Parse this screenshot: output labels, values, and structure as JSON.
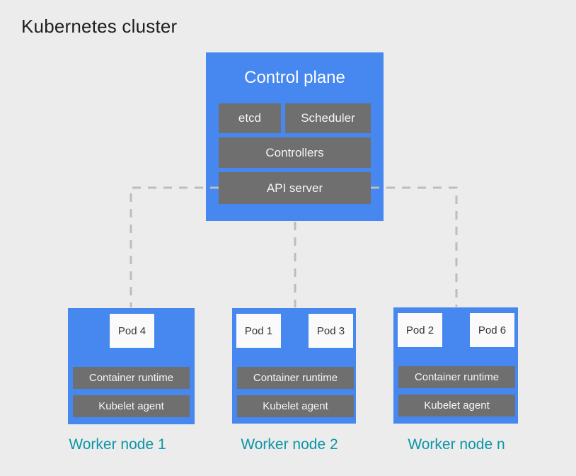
{
  "title": "Kubernetes cluster",
  "colors": {
    "background": "#ececec",
    "node_blue": "#4687f0",
    "component_gray": "#6f6f6f",
    "pod_background": "#fafafa",
    "connector_gray": "#bdbdbd",
    "worker_label_teal": "#0c96a6",
    "title_text": "#1e1e1e",
    "box_text_white": "#f5f5f5"
  },
  "control_plane": {
    "title": "Control plane",
    "components": [
      {
        "id": "etcd",
        "label": "etcd"
      },
      {
        "id": "scheduler",
        "label": "Scheduler"
      },
      {
        "id": "controllers",
        "label": "Controllers"
      },
      {
        "id": "api-server",
        "label": "API server"
      }
    ]
  },
  "worker_nodes": [
    {
      "label": "Worker node 1",
      "pods": [
        "Pod 4"
      ],
      "components": [
        "Container runtime",
        "Kubelet agent"
      ]
    },
    {
      "label": "Worker node 2",
      "pods": [
        "Pod 1",
        "Pod 3"
      ],
      "components": [
        "Container runtime",
        "Kubelet agent"
      ]
    },
    {
      "label": "Worker node n",
      "pods": [
        "Pod 2",
        "Pod 6"
      ],
      "components": [
        "Container runtime",
        "Kubelet agent"
      ]
    }
  ]
}
